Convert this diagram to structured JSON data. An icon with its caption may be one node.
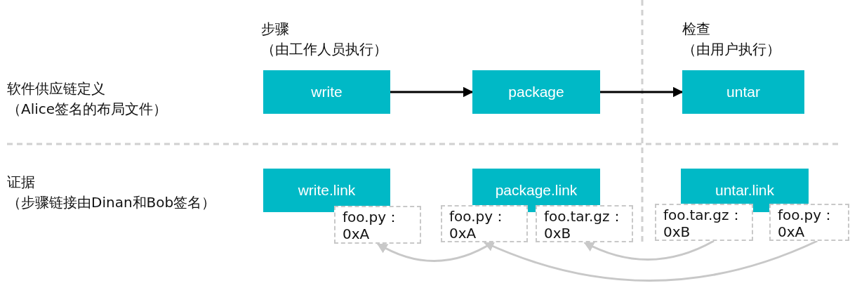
{
  "diagram": {
    "nodes": [
      {
        "text": [
          "write"
        ]
      },
      {
        "text": [
          "package"
        ]
      },
      {
        "text": [
          "untar"
        ]
      },
      {
        "text": [
          "write.link"
        ]
      },
      {
        "text": [
          "package.link"
        ]
      },
      {
        "text": [
          "untar.link"
        ]
      },
      {
        "text": [
          "foo.py： 0xA"
        ]
      },
      {
        "text": [
          "foo.py： 0xA"
        ]
      },
      {
        "text": [
          "foo.tar.gz： 0xB"
        ]
      },
      {
        "text": [
          "foo.tar.gz： 0xB"
        ]
      },
      {
        "text": [
          "foo.py： 0xA"
        ]
      }
    ],
    "edges": [
      {
        "from": 0,
        "to": 1,
        "arrow": "to",
        "color": "#000000"
      },
      {
        "from": 1,
        "to": 2,
        "arrow": "to",
        "color": "#000000"
      },
      {
        "from": 7,
        "to": 6,
        "arrow": "to",
        "color": "#c8c8c8"
      },
      {
        "from": 9,
        "to": 8,
        "arrow": "to",
        "color": "#c8c8c8"
      },
      {
        "from": 10,
        "to": 7,
        "arrow": "to",
        "color": "#c8c8c8"
      }
    ],
    "labels": [
      "软件供应链定义（Alice签名的布局文件）",
      "步骤（由工作人员执行）",
      "检查（由用户执行）",
      "证据（步骤链接由Dinan和Bob签名）"
    ]
  }
}
